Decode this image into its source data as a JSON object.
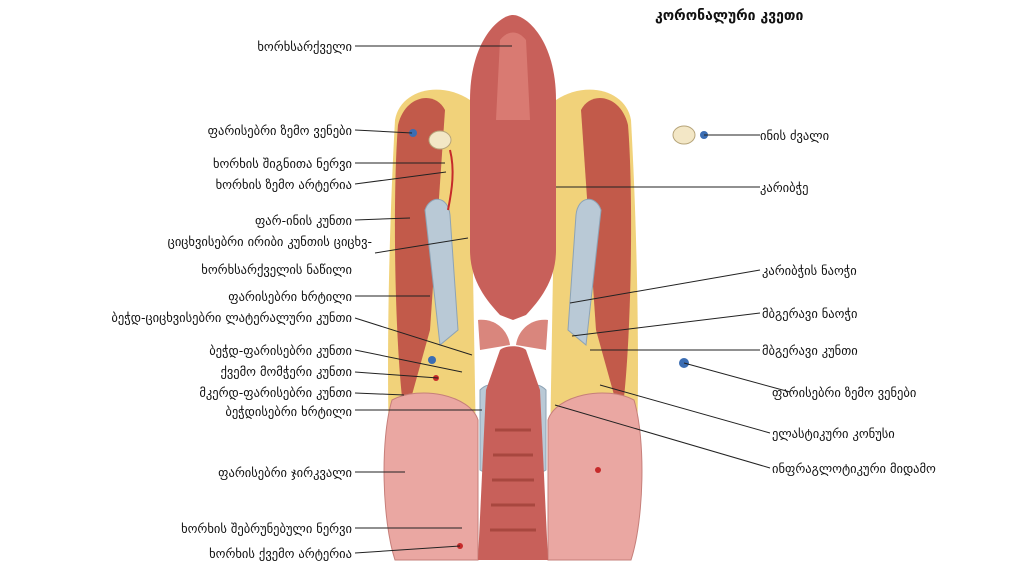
{
  "title": "კორონალური კვეთი",
  "labels_left": [
    "ხორხსარქველი",
    "ფარისებრი ზემო ვენები",
    "ხორხის შიგნითა ნერვი",
    "ხორხის ზემო არტერია",
    "ფარ-ინის კუნთი",
    "ციცხვისებრი ირიბი კუნთის ციცხვ-",
    "ხორხსარქველის ნაწილი",
    "ფარისებრი ხრტილი",
    "ბეჭდ-ციცხვისებრი ლატერალური კუნთი",
    "ბეჭდ-ფარისებრი კუნთი",
    "ქვემო მომჭერი კუნთი",
    "მკერდ-ფარისებრი კუნთი",
    "ბეჭდისებრი ხრტილი",
    "ფარისებრი ჯირკვალი",
    "ხორხის შებრუნებული ნერვი",
    "ხორხის ქვემო არტერია"
  ],
  "labels_right": [
    "ინის ძვალი",
    "კარიბჭე",
    "კარიბჭის ნაოჭი",
    "მბგერავი ნაოჭი",
    "მბგერავი კუნთი",
    "ფარისებრი ზემო ვენები",
    "ელასტიკური კონუსი",
    "ინფრაგლოტიკური მიდამო"
  ],
  "colors": {
    "mucosa": "#c8605a",
    "mucosa_light": "#e08a80",
    "fat": "#f1d27a",
    "muscle": "#c25a4a",
    "cartilage": "#b9c9d6",
    "thyroid": "#eaa7a2",
    "vein": "#3b6db3",
    "artery": "#c62a2a"
  }
}
